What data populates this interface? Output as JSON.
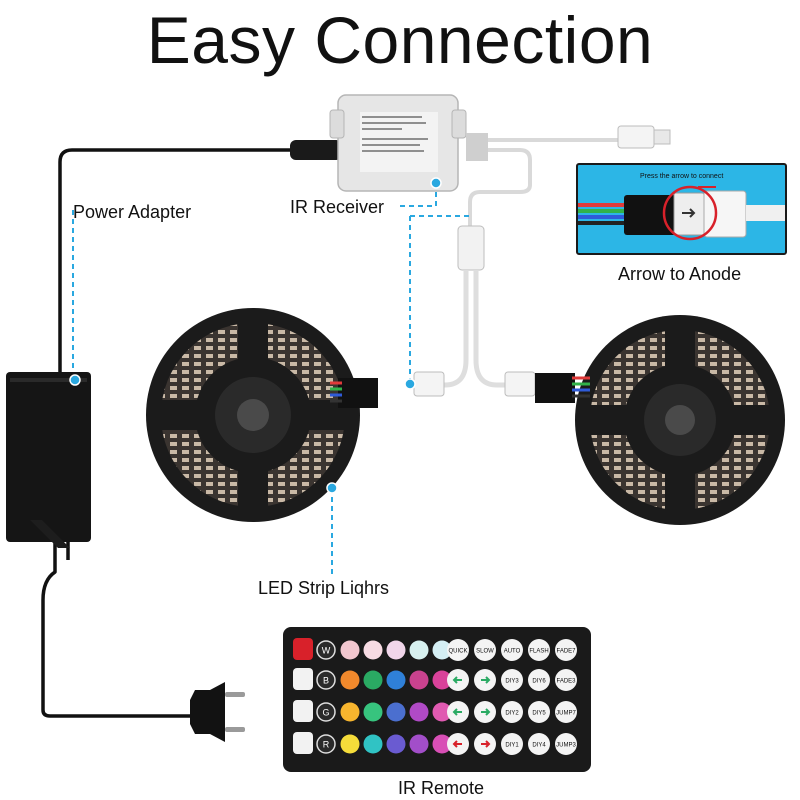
{
  "title": "Easy Connection",
  "labels": {
    "power_adapter": "Power Adapter",
    "ir_receiver": "IR Receiver",
    "arrow_to_anode": "Arrow to Anode",
    "led_strip": "LED Strip Liqhrs",
    "ir_remote": "IR Remote",
    "inset_caption": "Press the arrow to connect"
  },
  "remote": {
    "left_keys": [
      "W",
      "B",
      "G",
      "R"
    ],
    "right_keys": [
      [
        "QUICK",
        "SLOW",
        "AUTO",
        "FLASH",
        "FADE7"
      ],
      [
        "",
        "",
        "DIY3",
        "DIY6",
        "FADE3"
      ],
      [
        "",
        "",
        "DIY2",
        "DIY5",
        "JUMP7"
      ],
      [
        "",
        "",
        "DIY1",
        "DIY4",
        "JUMP3"
      ]
    ],
    "colors": [
      [
        "#f2c7cf",
        "#f7dbe3",
        "#f1d6ea",
        "#d7f0ef",
        "#d4eef3"
      ],
      [
        "#f1892c",
        "#2aaa63",
        "#2f80d8",
        "#c9428e",
        "#d9429a"
      ],
      [
        "#f7b52e",
        "#37c47e",
        "#4b6fcf",
        "#b04ac6",
        "#e05ab1"
      ],
      [
        "#f5dc3a",
        "#30c3c4",
        "#6a5bd1",
        "#a24ec9",
        "#d84fb6"
      ]
    ]
  },
  "colors": {
    "accent": "#2cb6e6",
    "wire": "#111111",
    "guide_line": "#2aa8e0"
  }
}
